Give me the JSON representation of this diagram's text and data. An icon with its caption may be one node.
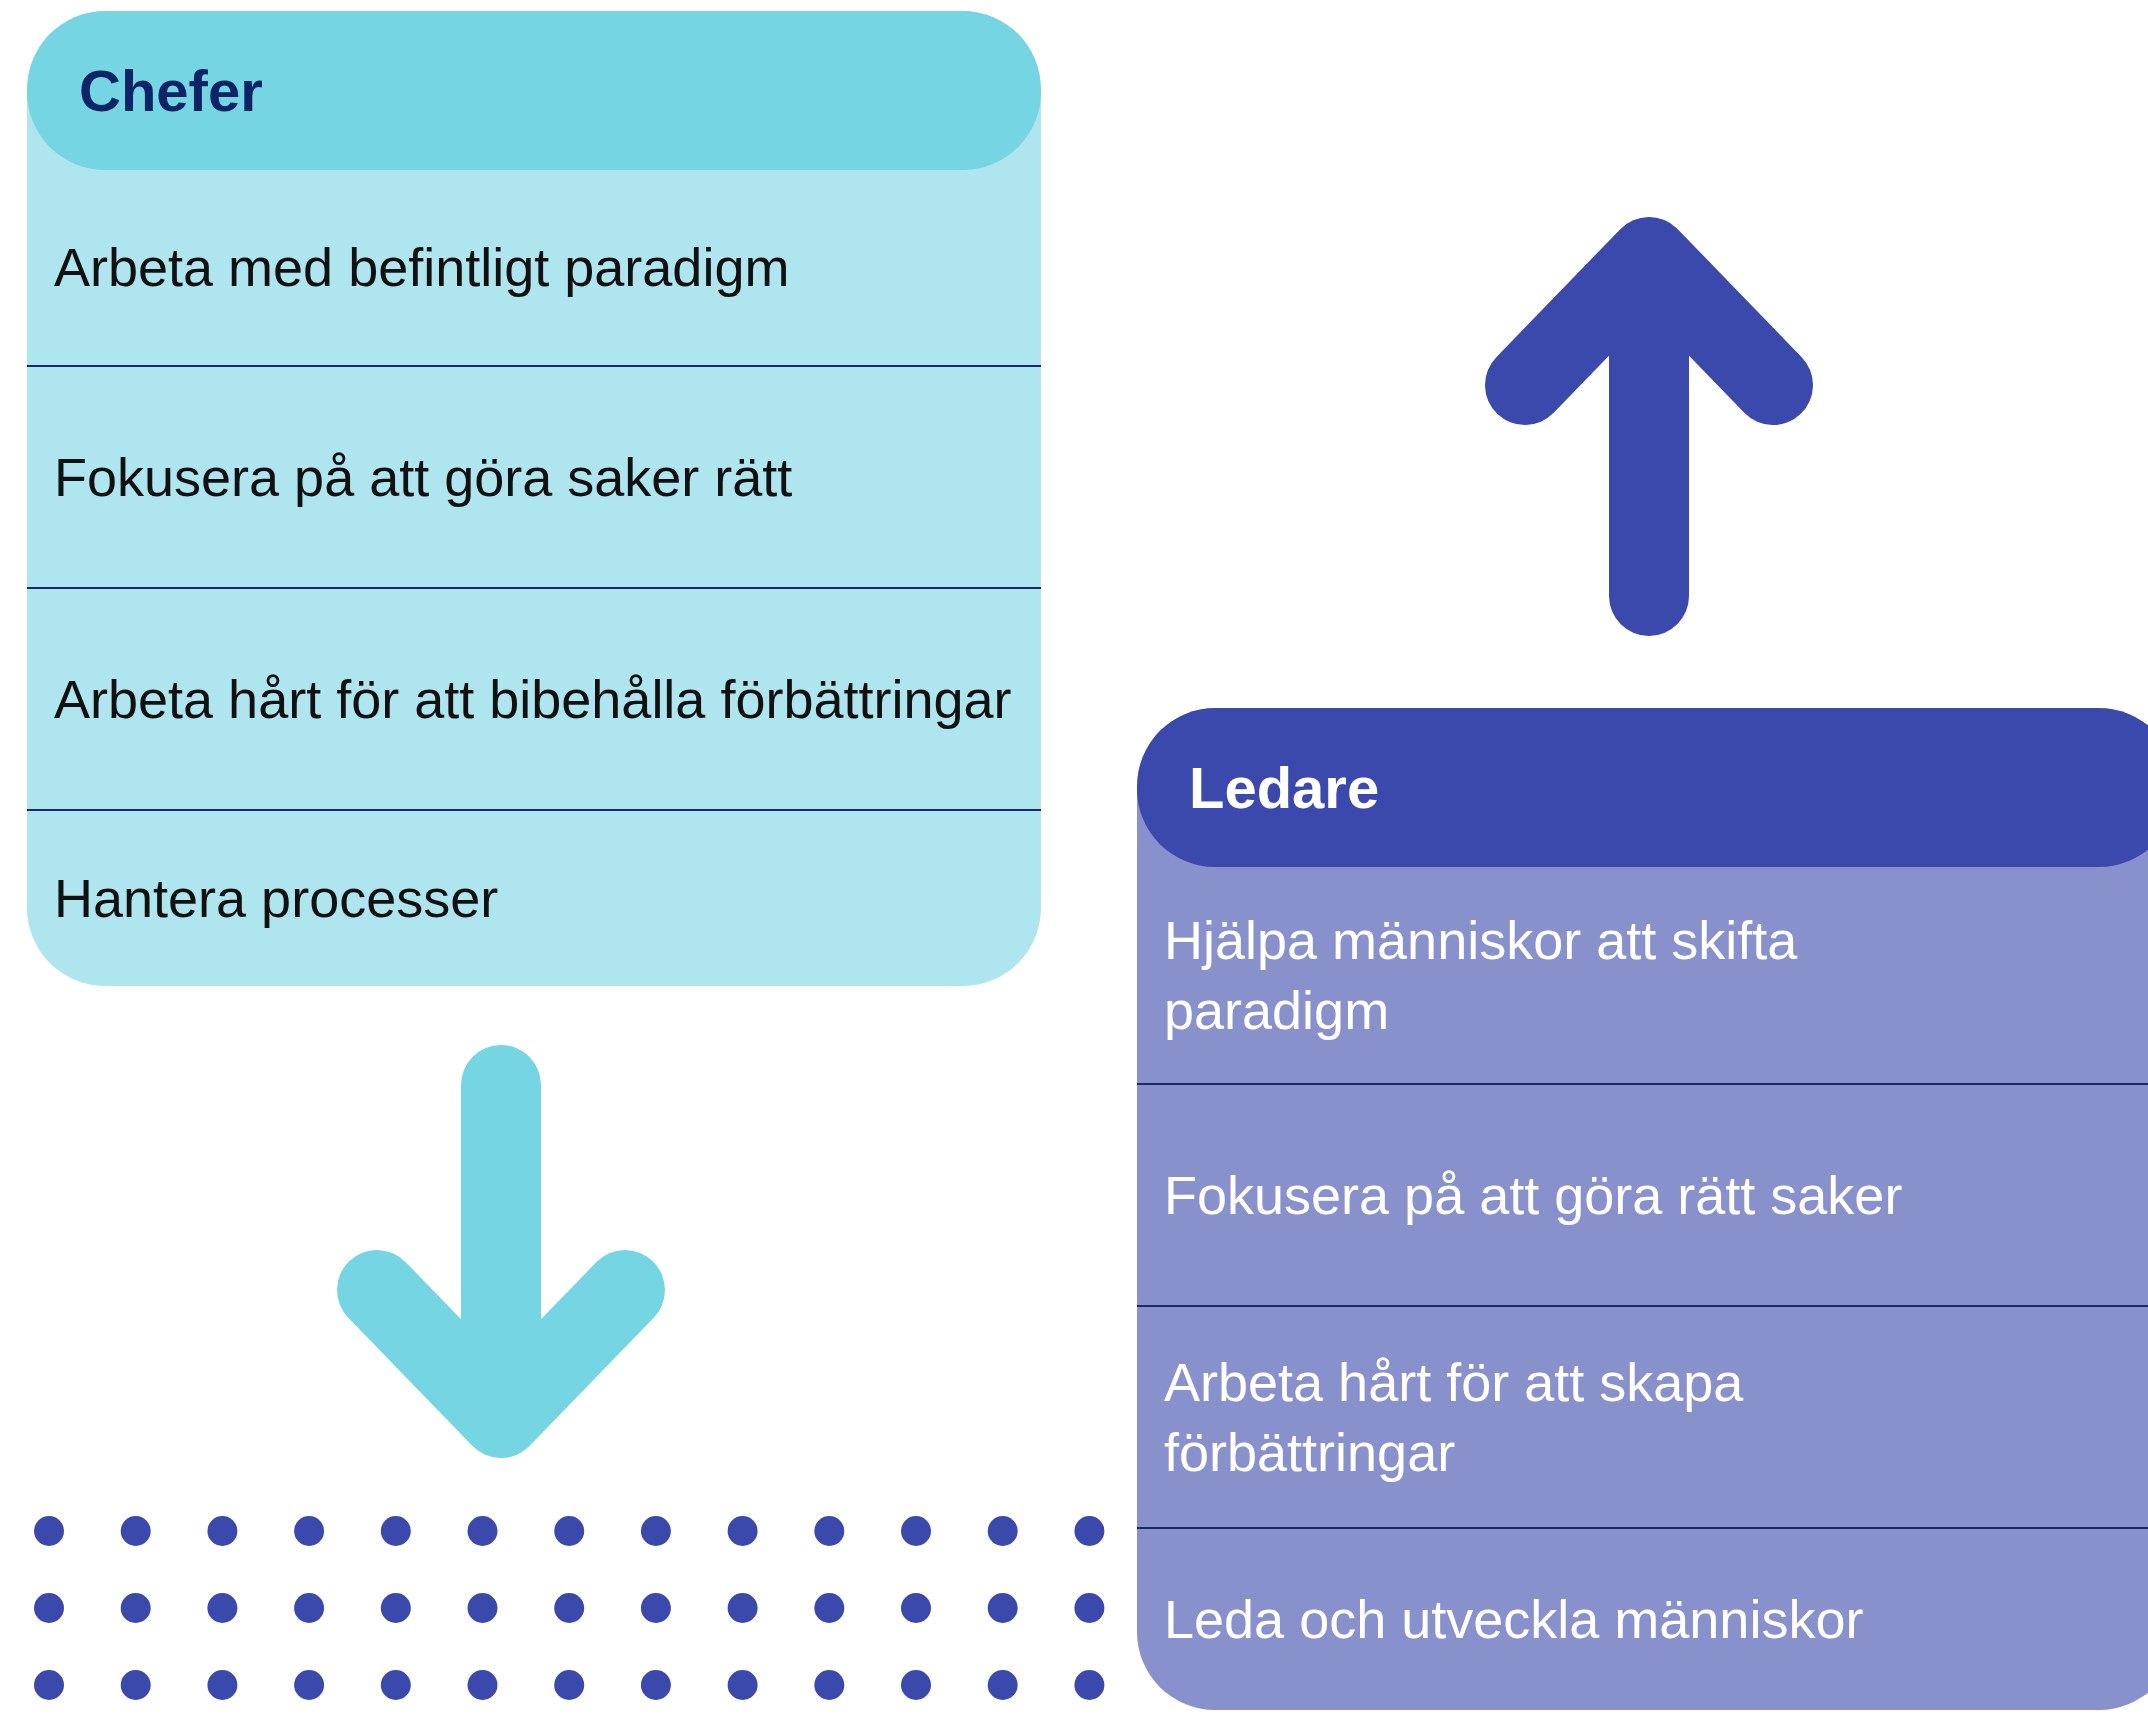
{
  "diagram": {
    "nodes": [
      {
        "text": [
          "Chefer"
        ]
      },
      {
        "text": [
          "Arbeta med befintligt paradigm"
        ],
        "in": 0
      },
      {
        "text": [
          "Fokusera på att göra saker rätt"
        ],
        "in": 0
      },
      {
        "text": [
          "Arbeta hårt för att bibehålla förbättringar"
        ],
        "in": 0
      },
      {
        "text": [
          "Hantera processer"
        ],
        "in": 0
      },
      {
        "text": [
          "Ledare"
        ]
      },
      {
        "text": [
          "Hjälpa människor att skifta paradigm"
        ],
        "in": 5
      },
      {
        "text": [
          "Fokusera på att göra rätt saker"
        ],
        "in": 5
      },
      {
        "text": [
          "Arbeta hårt för att skapa förbättringar"
        ],
        "in": 5
      },
      {
        "text": [
          "Leda och utveckla människor"
        ],
        "in": 5
      }
    ]
  }
}
